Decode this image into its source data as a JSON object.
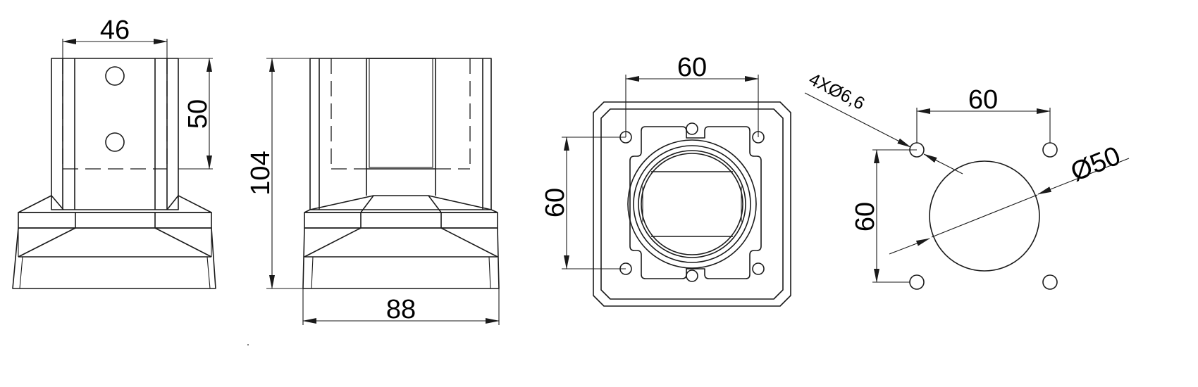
{
  "views": {
    "side_view": {
      "width_label": "46",
      "hole_spacing_label": "50"
    },
    "front_view": {
      "height_label": "104",
      "base_width_label": "88"
    },
    "top_view": {
      "hole_spacing_h_label": "60",
      "hole_spacing_v_label": "60"
    },
    "hole_pattern": {
      "hole_spacing_h_label": "60",
      "hole_spacing_v_label": "60",
      "holes_note": "4XØ6,6",
      "bore_label": "Ø50"
    }
  },
  "colors": {
    "line": "#1a1a1a",
    "background": "#ffffff"
  }
}
